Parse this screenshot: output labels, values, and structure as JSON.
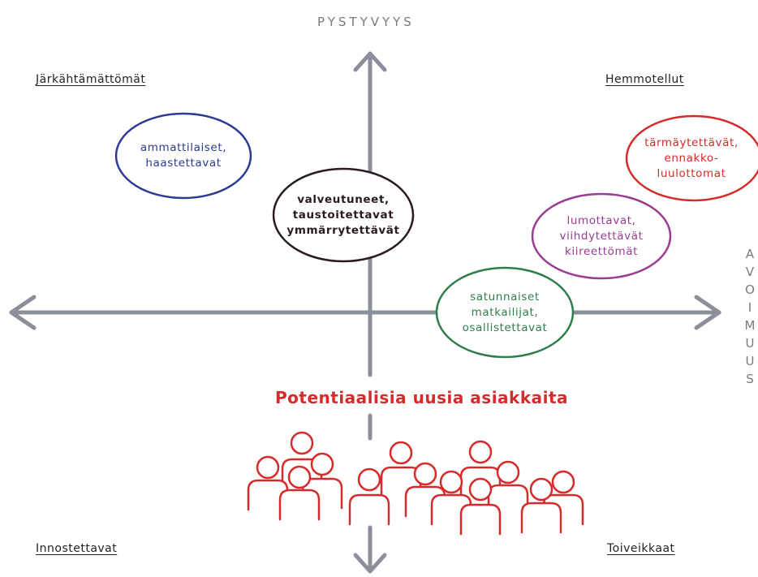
{
  "axes": {
    "vertical_label": "PYSTYVYYS",
    "horizontal_label_letters": [
      "A",
      "V",
      "O",
      "I",
      "M",
      "U",
      "U",
      "S"
    ]
  },
  "quadrants": {
    "top_left": "Järkähtämättömät",
    "top_right": "Hemmotellut",
    "bottom_left": "Innostettavat",
    "bottom_right": "Toiveikkaat"
  },
  "bubbles": [
    {
      "lines": [
        "ammattilaiset,",
        "haastettavat"
      ],
      "color": "#2b3a93"
    },
    {
      "lines": [
        "valveutuneet,",
        "taustoitettavat",
        "ymmärrytettävät"
      ],
      "color": "#2a1a24"
    },
    {
      "lines": [
        "tärmäytettävät,",
        "ennakko-",
        "luulottomat"
      ],
      "color": "#d52b2b"
    },
    {
      "lines": [
        "lumottavat,",
        "viihdytettävät",
        "kiireettömät"
      ],
      "color": "#9b3c93"
    },
    {
      "lines": [
        "satunnaiset",
        "matkailijat,",
        "osallistettavat"
      ],
      "color": "#2f7d4a"
    }
  ],
  "headline": "Potentiaalisia uusia asiakkaita",
  "colors": {
    "axis": "#8a8f99",
    "accent_red": "#d52b2b"
  },
  "icons": [
    "people-group-icon"
  ]
}
